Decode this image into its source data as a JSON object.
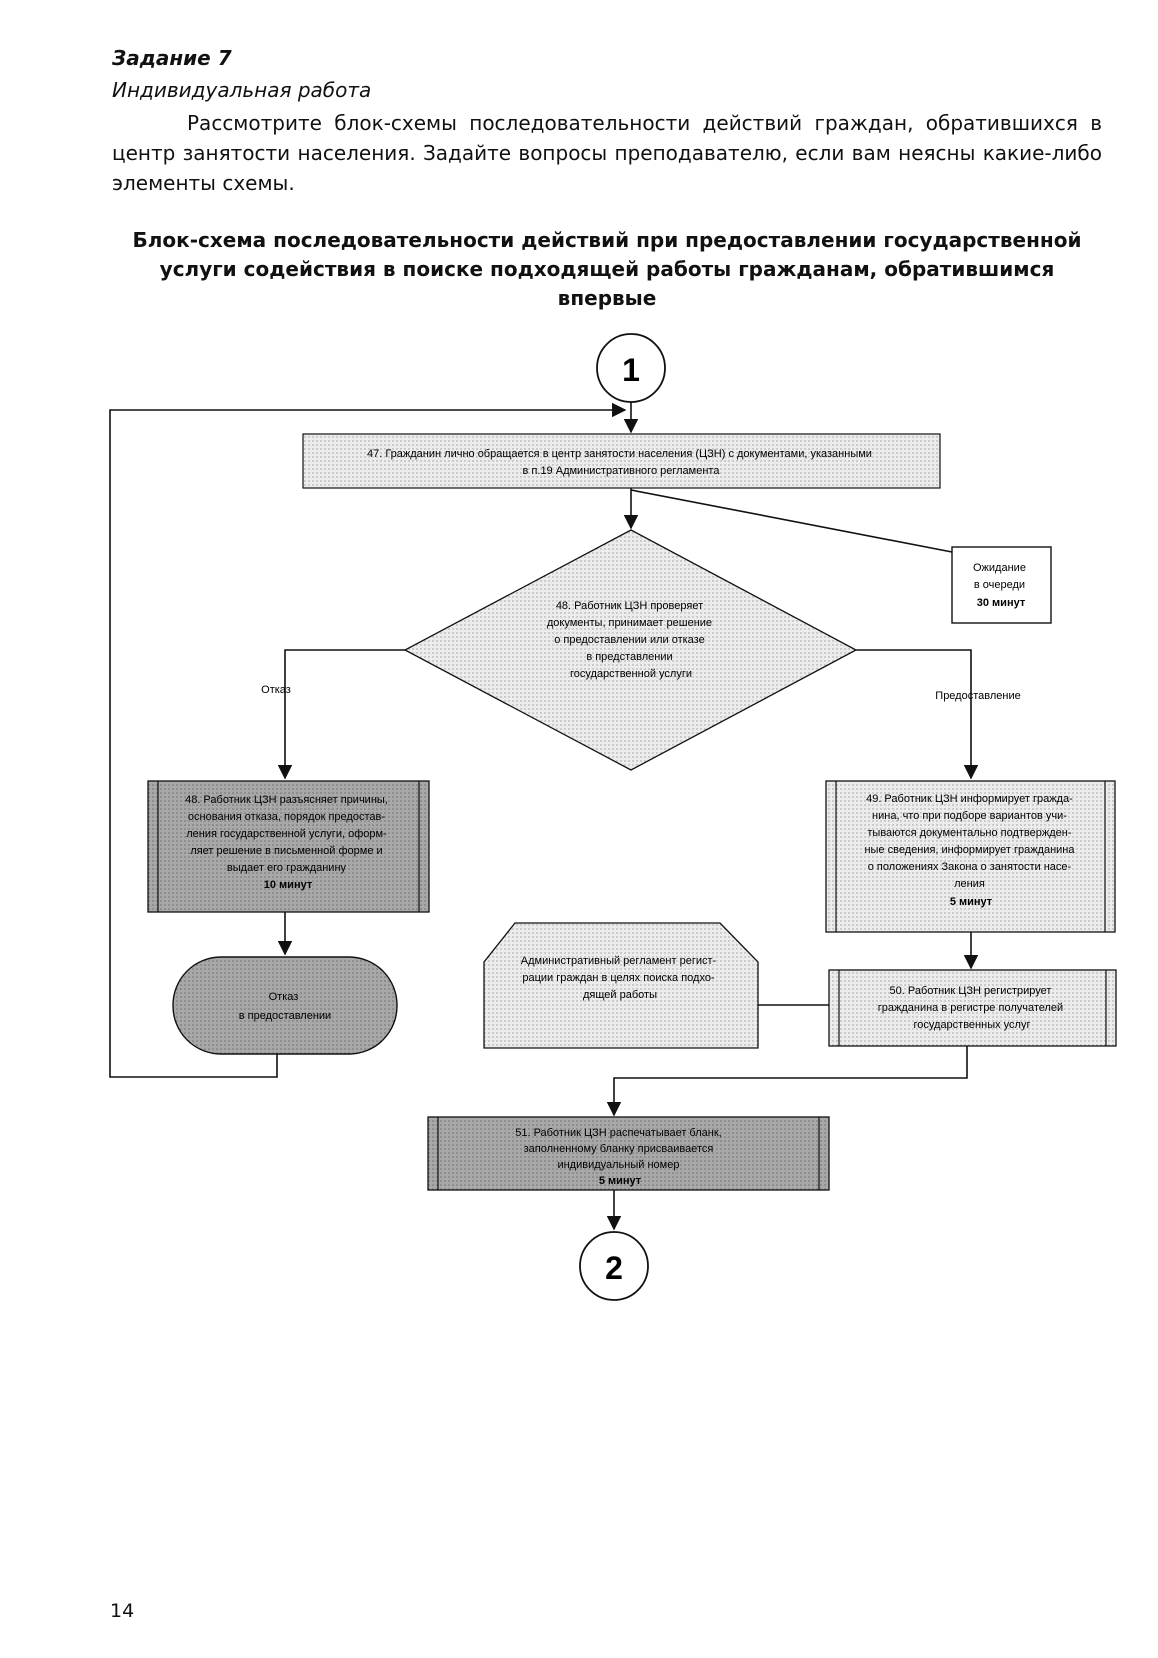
{
  "header": {
    "task_title": "Задание 7",
    "task_subtitle": "Индивидуальная работа",
    "task_text": "Рассмотрите блок-схемы последовательности действий граждан, обратившихся в центр занятости населения. Задайте вопросы преподавателю, если вам неясны какие-либо элементы схемы.",
    "diagram_title": "Блок-схема последовательности действий при предоставлении государственной услуги содействия в поиске подходящей работы гражданам, обратившимся впервые"
  },
  "flowchart": {
    "connector_start": "1",
    "connector_end": "2",
    "step47": [
      "47. Гражданин лично обращается в центр занятости населения (ЦЗН) с документами, указанными",
      "в п.19 Административного регламента"
    ],
    "waiting": [
      "Ожидание",
      "в очереди",
      "30 минут"
    ],
    "decision48": [
      "48. Работник ЦЗН проверяет",
      "документы, принимает решение",
      "о предоставлении или отказе",
      "в представлении",
      "государственной услуги"
    ],
    "label_refusal": "Отказ",
    "label_provision": "Предоставление",
    "step48_refusal": [
      "48. Работник ЦЗН разъясняет причины,",
      "основания отказа, порядок предостав-",
      "ления государственной услуги, оформ-",
      "ляет решение в письменной форме и",
      "выдает его гражданину",
      "10 минут"
    ],
    "terminal_refusal": [
      "Отказ",
      "в предоставлении"
    ],
    "step49": [
      "49. Работник ЦЗН информирует гражда-",
      "нина, что при подборе вариантов  учи-",
      "тываются документально подтвержден-",
      "ные сведения, информирует гражданина",
      "о положениях Закона о занятости насе-",
      "ления",
      "5 минут"
    ],
    "regulation": [
      "Административный регламент регист-",
      "рации граждан в целях поиска подхо-",
      "дящей работы"
    ],
    "step50": [
      "50. Работник ЦЗН регистрирует",
      "гражданина в регистре получателей",
      "государственных услуг"
    ],
    "step51": [
      "51. Работник ЦЗН распечатывает бланк,",
      "заполненному бланку присваивается",
      "индивидуальный номер",
      "5 минут"
    ]
  },
  "colors": {
    "light_fill": "#e4e4e4",
    "dark_fill": "#a6a6a6",
    "line": "#111111"
  },
  "footer": {
    "page_number": "14"
  }
}
